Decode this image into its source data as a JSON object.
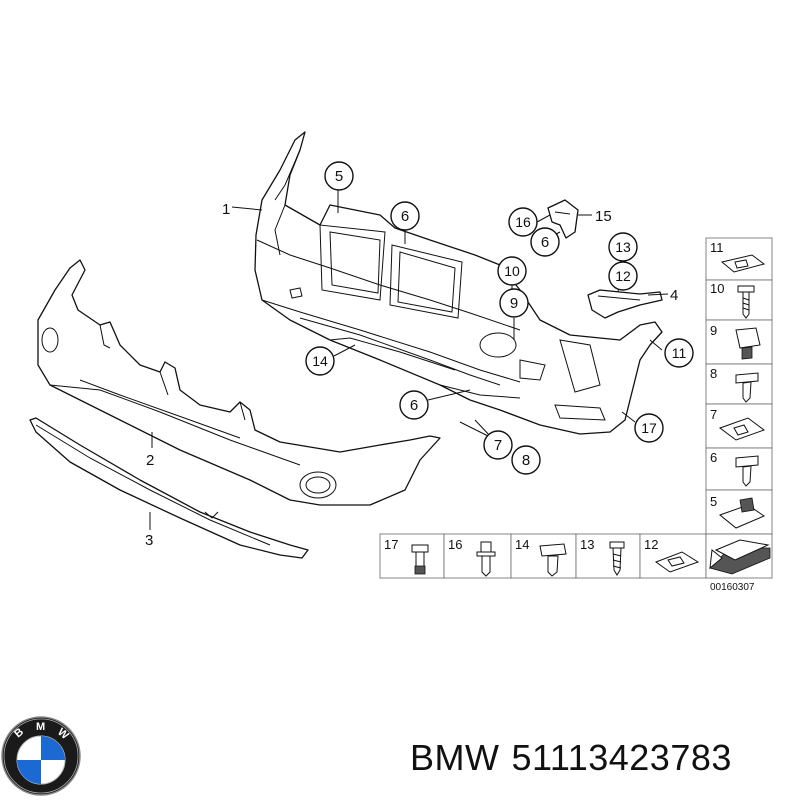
{
  "callouts": {
    "c1": "1",
    "c2": "2",
    "c3": "3",
    "c4": "4",
    "c5": "5",
    "c6a": "6",
    "c6b": "6",
    "c6c": "6",
    "c7": "7",
    "c8": "8",
    "c9": "9",
    "c10": "10",
    "c11": "11",
    "c12": "12",
    "c13": "13",
    "c14": "14",
    "c15": "15",
    "c16": "16",
    "c17": "17"
  },
  "legend_right": [
    "11",
    "10",
    "9",
    "8",
    "7",
    "6",
    "5"
  ],
  "legend_bottom": [
    "17",
    "16",
    "14",
    "13",
    "12"
  ],
  "diagram_number": "00160307",
  "footer": {
    "brand": "BMW",
    "part_number": "51113423783"
  },
  "logo": {
    "text_top": "B",
    "text_mid": "M",
    "text_end": "W"
  },
  "colors": {
    "logo_blue": "#1c69d4",
    "logo_ring": "#111111"
  }
}
